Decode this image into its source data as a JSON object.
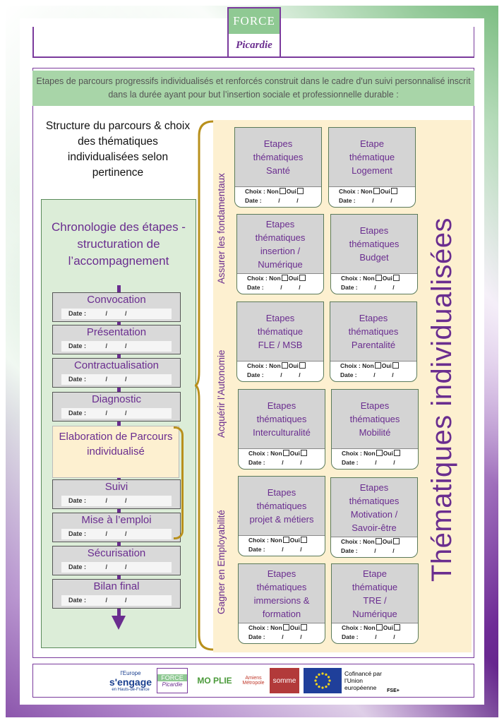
{
  "header": {
    "logo_top": "FORCE",
    "logo_bottom": "Picardie"
  },
  "intro_text": "Etapes de parcours progressifs individualisés et renforcés construit dans le cadre d'un suivi personnalisé inscrit dans la durée ayant pour but l’insertion sociale et professionnelle durable :",
  "structure_title": "Structure du parcours & choix des thématiques individualisées selon pertinence",
  "chronology": {
    "title": "Chronologie des étapes - structuration de l’accompagnement",
    "date_label": "Date :           /          /",
    "steps": [
      {
        "title": "Convocation"
      },
      {
        "title": "Présentation"
      },
      {
        "title": "Contractualisation"
      },
      {
        "title": "Diagnostic"
      },
      {
        "title": "Elaboration de Parcours individualisé"
      },
      {
        "title": "Suivi"
      },
      {
        "title": "Mise à l’emploi"
      },
      {
        "title": "Sécurisation"
      },
      {
        "title": "Bilan final"
      }
    ]
  },
  "sections": [
    {
      "label": "Assurer les fondamentaux"
    },
    {
      "label": "Acquérir l’Autonomie"
    },
    {
      "label": "Gagner en Employabilité"
    }
  ],
  "big_title": "Thématiques individualisées",
  "card_labels": {
    "choice": "Choix : Non",
    "oui": "Oui",
    "date": "Date :          /          /"
  },
  "cards": [
    {
      "lines": [
        "Etapes",
        "thématiques",
        "Santé"
      ]
    },
    {
      "lines": [
        "Etape",
        "thématique",
        "Logement"
      ]
    },
    {
      "lines": [
        "Etapes",
        "thématiques",
        "insertion  /",
        "Numérique"
      ]
    },
    {
      "lines": [
        "Etapes",
        "thématiques",
        "Budget"
      ]
    },
    {
      "lines": [
        "Etapes",
        "thématique",
        "FLE / MSB"
      ]
    },
    {
      "lines": [
        "Etapes",
        "thématiques",
        "Parentalité"
      ]
    },
    {
      "lines": [
        "Etapes",
        "thématiques",
        "Interculturalité"
      ]
    },
    {
      "lines": [
        "Etapes",
        "thématiques",
        "Mobilité"
      ]
    },
    {
      "lines": [
        "Etapes",
        "thématiques",
        "projet & métiers"
      ]
    },
    {
      "lines": [
        "Etapes",
        "thématiques",
        "Motivation /",
        "Savoir-être"
      ]
    },
    {
      "lines": [
        "Etapes",
        "thématiques",
        "immersions  &",
        "formation"
      ]
    },
    {
      "lines": [
        "Etape",
        "thématique",
        "TRE /",
        "Numérique"
      ]
    }
  ],
  "footer": {
    "europe_line1": "l'Europe",
    "europe_line2": "s'engage",
    "europe_line3": "en Hauts-de-France",
    "force_top": "FORCE",
    "force_bottom": "Picardie",
    "mo_plie": "MO PLIE",
    "amiens": "Amiens Métropole",
    "somme": "somme",
    "cofinance": "Cofinancé par l’Union européenne",
    "fse": "FSE+",
    "colors": {
      "purple": "#6a2d8f",
      "green": "#8fc993",
      "gold": "#b8901c"
    }
  }
}
